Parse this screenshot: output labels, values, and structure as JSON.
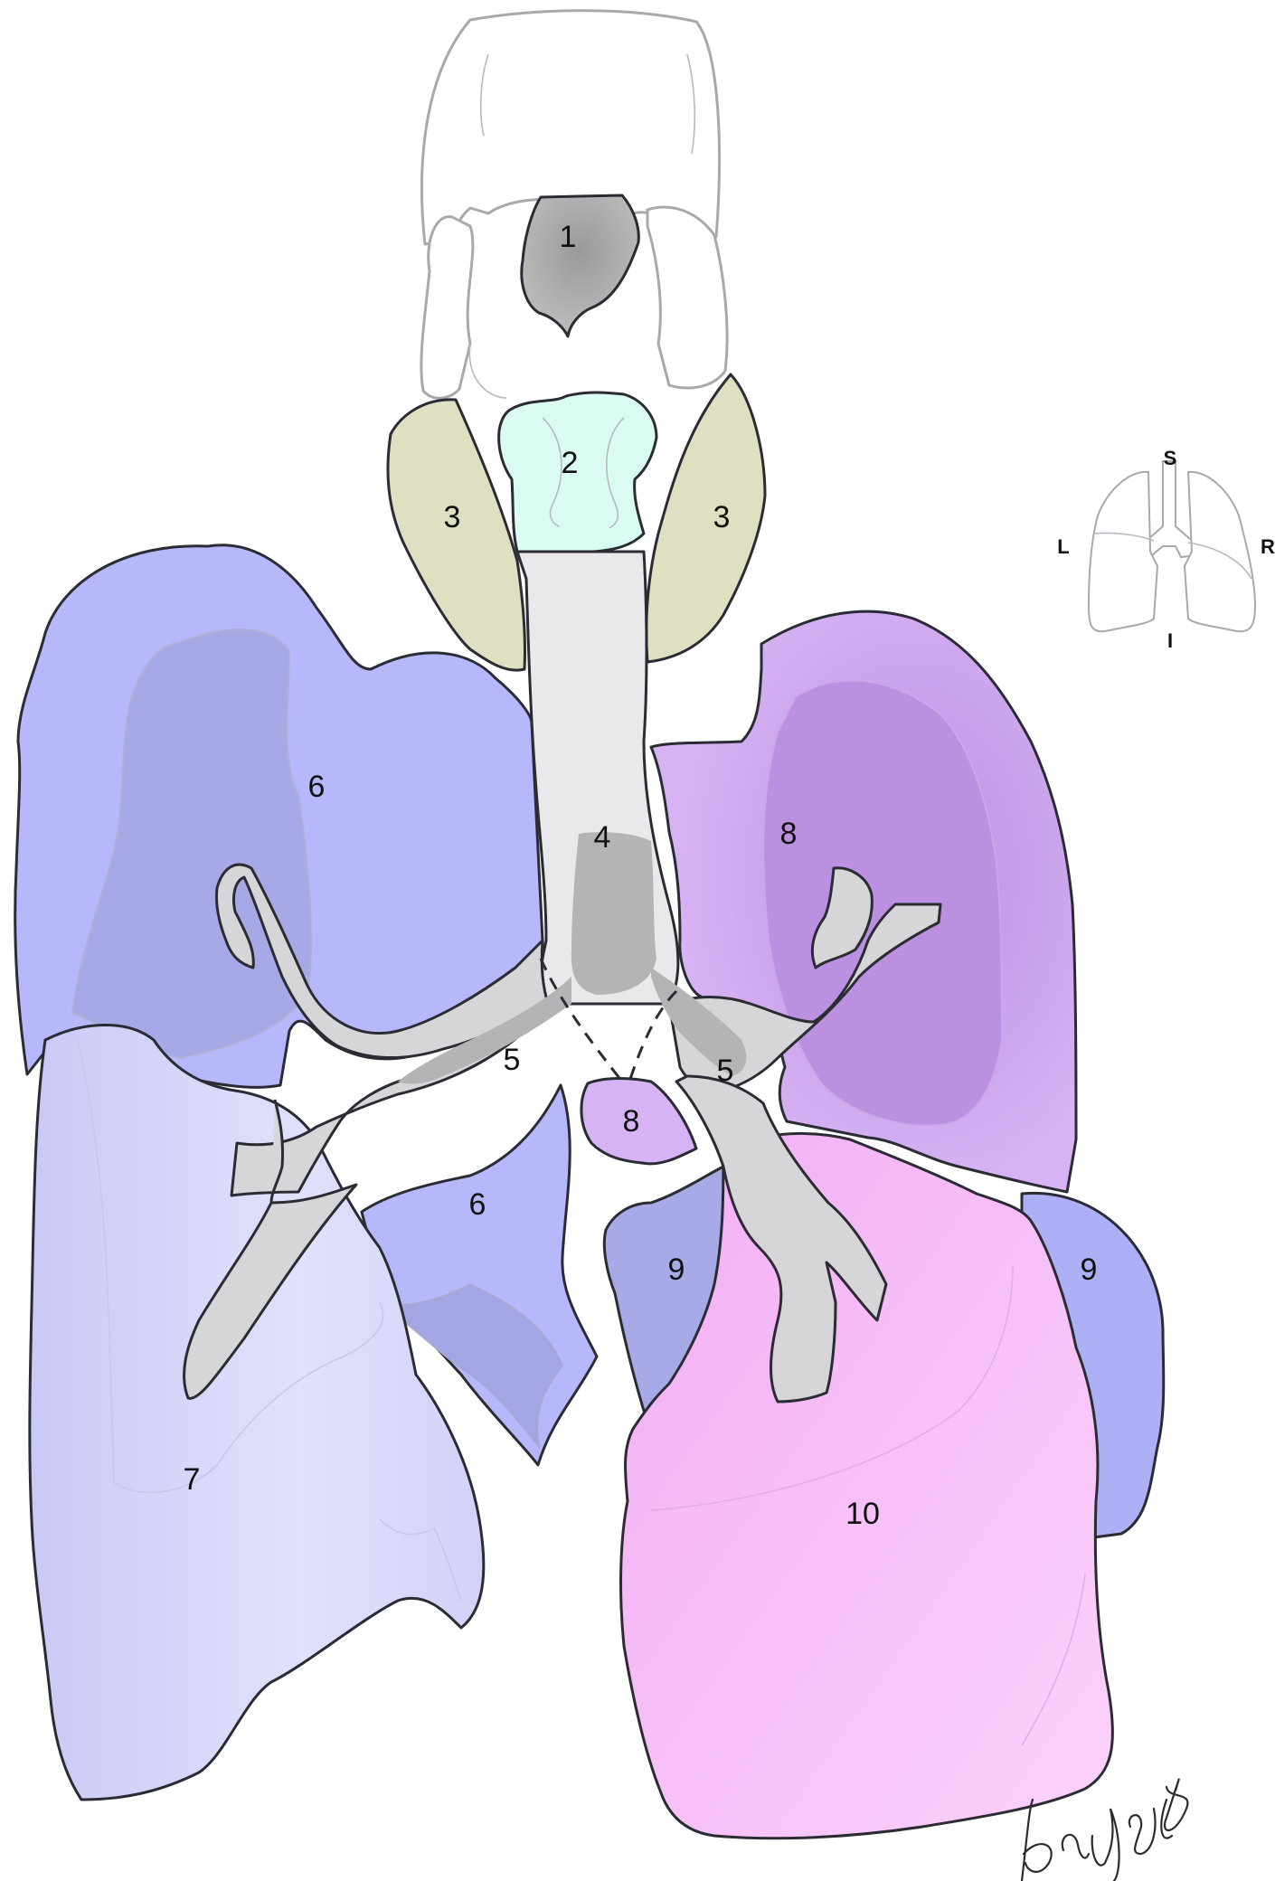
{
  "labels": {
    "larynx": "1",
    "isthmus": "2",
    "thyroid_left": "3",
    "thyroid_right": "3",
    "trachea": "4",
    "bronchus_left": "5",
    "bronchus_right": "5",
    "left_upper_lobe_a": "6",
    "left_upper_lobe_b": "6",
    "left_lower_lobe": "7",
    "right_upper_lobe_a": "8",
    "right_upper_lobe_b": "8",
    "right_middle_lobe_a": "9",
    "right_middle_lobe_b": "9",
    "right_lower_lobe": "10"
  },
  "orientation": {
    "superior": "S",
    "inferior": "I",
    "left": "L",
    "right": "R"
  },
  "colors": {
    "left_upper_lobe": "#b6b8fb",
    "left_lower_lobe": "#d9d9fb",
    "right_upper_lobe": "#d6b3f4",
    "right_middle_lobe": "#aeb0f5",
    "right_lower_lobe": "#f8c0f6",
    "thyroid": "#dfdfc1",
    "isthmus": "#d9fbf2",
    "trachea": "#e9e9eb",
    "bronchi": "#d6d6d8"
  }
}
